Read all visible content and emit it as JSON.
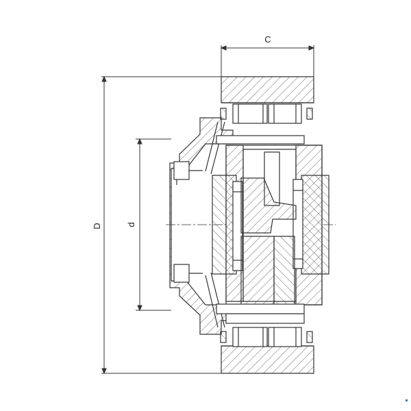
{
  "dimensions": {
    "width_label": "C",
    "outer_diameter_label": "D",
    "bore_diameter_label": "d"
  },
  "colors": {
    "line": "#333333",
    "hatch": "#666666",
    "marker": "#2a7fd4"
  }
}
